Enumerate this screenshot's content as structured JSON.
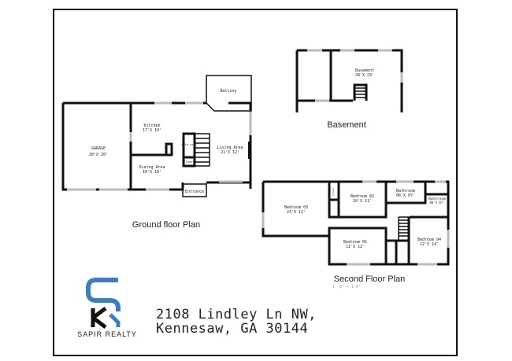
{
  "plans": {
    "ground": {
      "title": "Ground floor Plan",
      "rooms": {
        "garage": {
          "name": "GARAGE",
          "size": "20'X 20'"
        },
        "kitchen": {
          "name": "Kitchen",
          "size": "17'X 19'"
        },
        "dining": {
          "name": "Dining Area",
          "size": "10'X 10'"
        },
        "living": {
          "name": "Living Area",
          "size": "21'X 12'"
        },
        "balcony": {
          "name": "Balcony"
        },
        "entrance": {
          "name": "Entrance"
        },
        "bath": {
          "name": "Bath room"
        },
        "closet": {
          "name": "Closet"
        }
      }
    },
    "basement": {
      "title": "Basement",
      "rooms": {
        "basement": {
          "name": "Basement",
          "size": "28'X 23'"
        }
      }
    },
    "second": {
      "title": "Second Floor Plan",
      "scale": "1'-0\"  = 1'0\"",
      "rooms": {
        "bed3": {
          "name": "Bedroom 03",
          "size": "21'X 12'"
        },
        "bed2": {
          "name": "Bedroom 02",
          "size": "10'X 11'"
        },
        "bed1": {
          "name": "Bedroom 01",
          "size": "11'X 12'"
        },
        "bed4": {
          "name": "Bedroom 04",
          "size": "12'X 14'"
        },
        "bath1": {
          "name": "Bathroom",
          "size": "06'X 07'"
        },
        "bath2": {
          "name": "Bathroom",
          "size": "06'X 07'"
        },
        "closet": {
          "name": "Closet"
        }
      }
    }
  },
  "address": {
    "line1": "2108 Lindley Ln NW,",
    "line2": "Kennesaw, GA 30144"
  },
  "brand": {
    "name": "SAPIR REALTY",
    "color": "#3a7fc1"
  }
}
